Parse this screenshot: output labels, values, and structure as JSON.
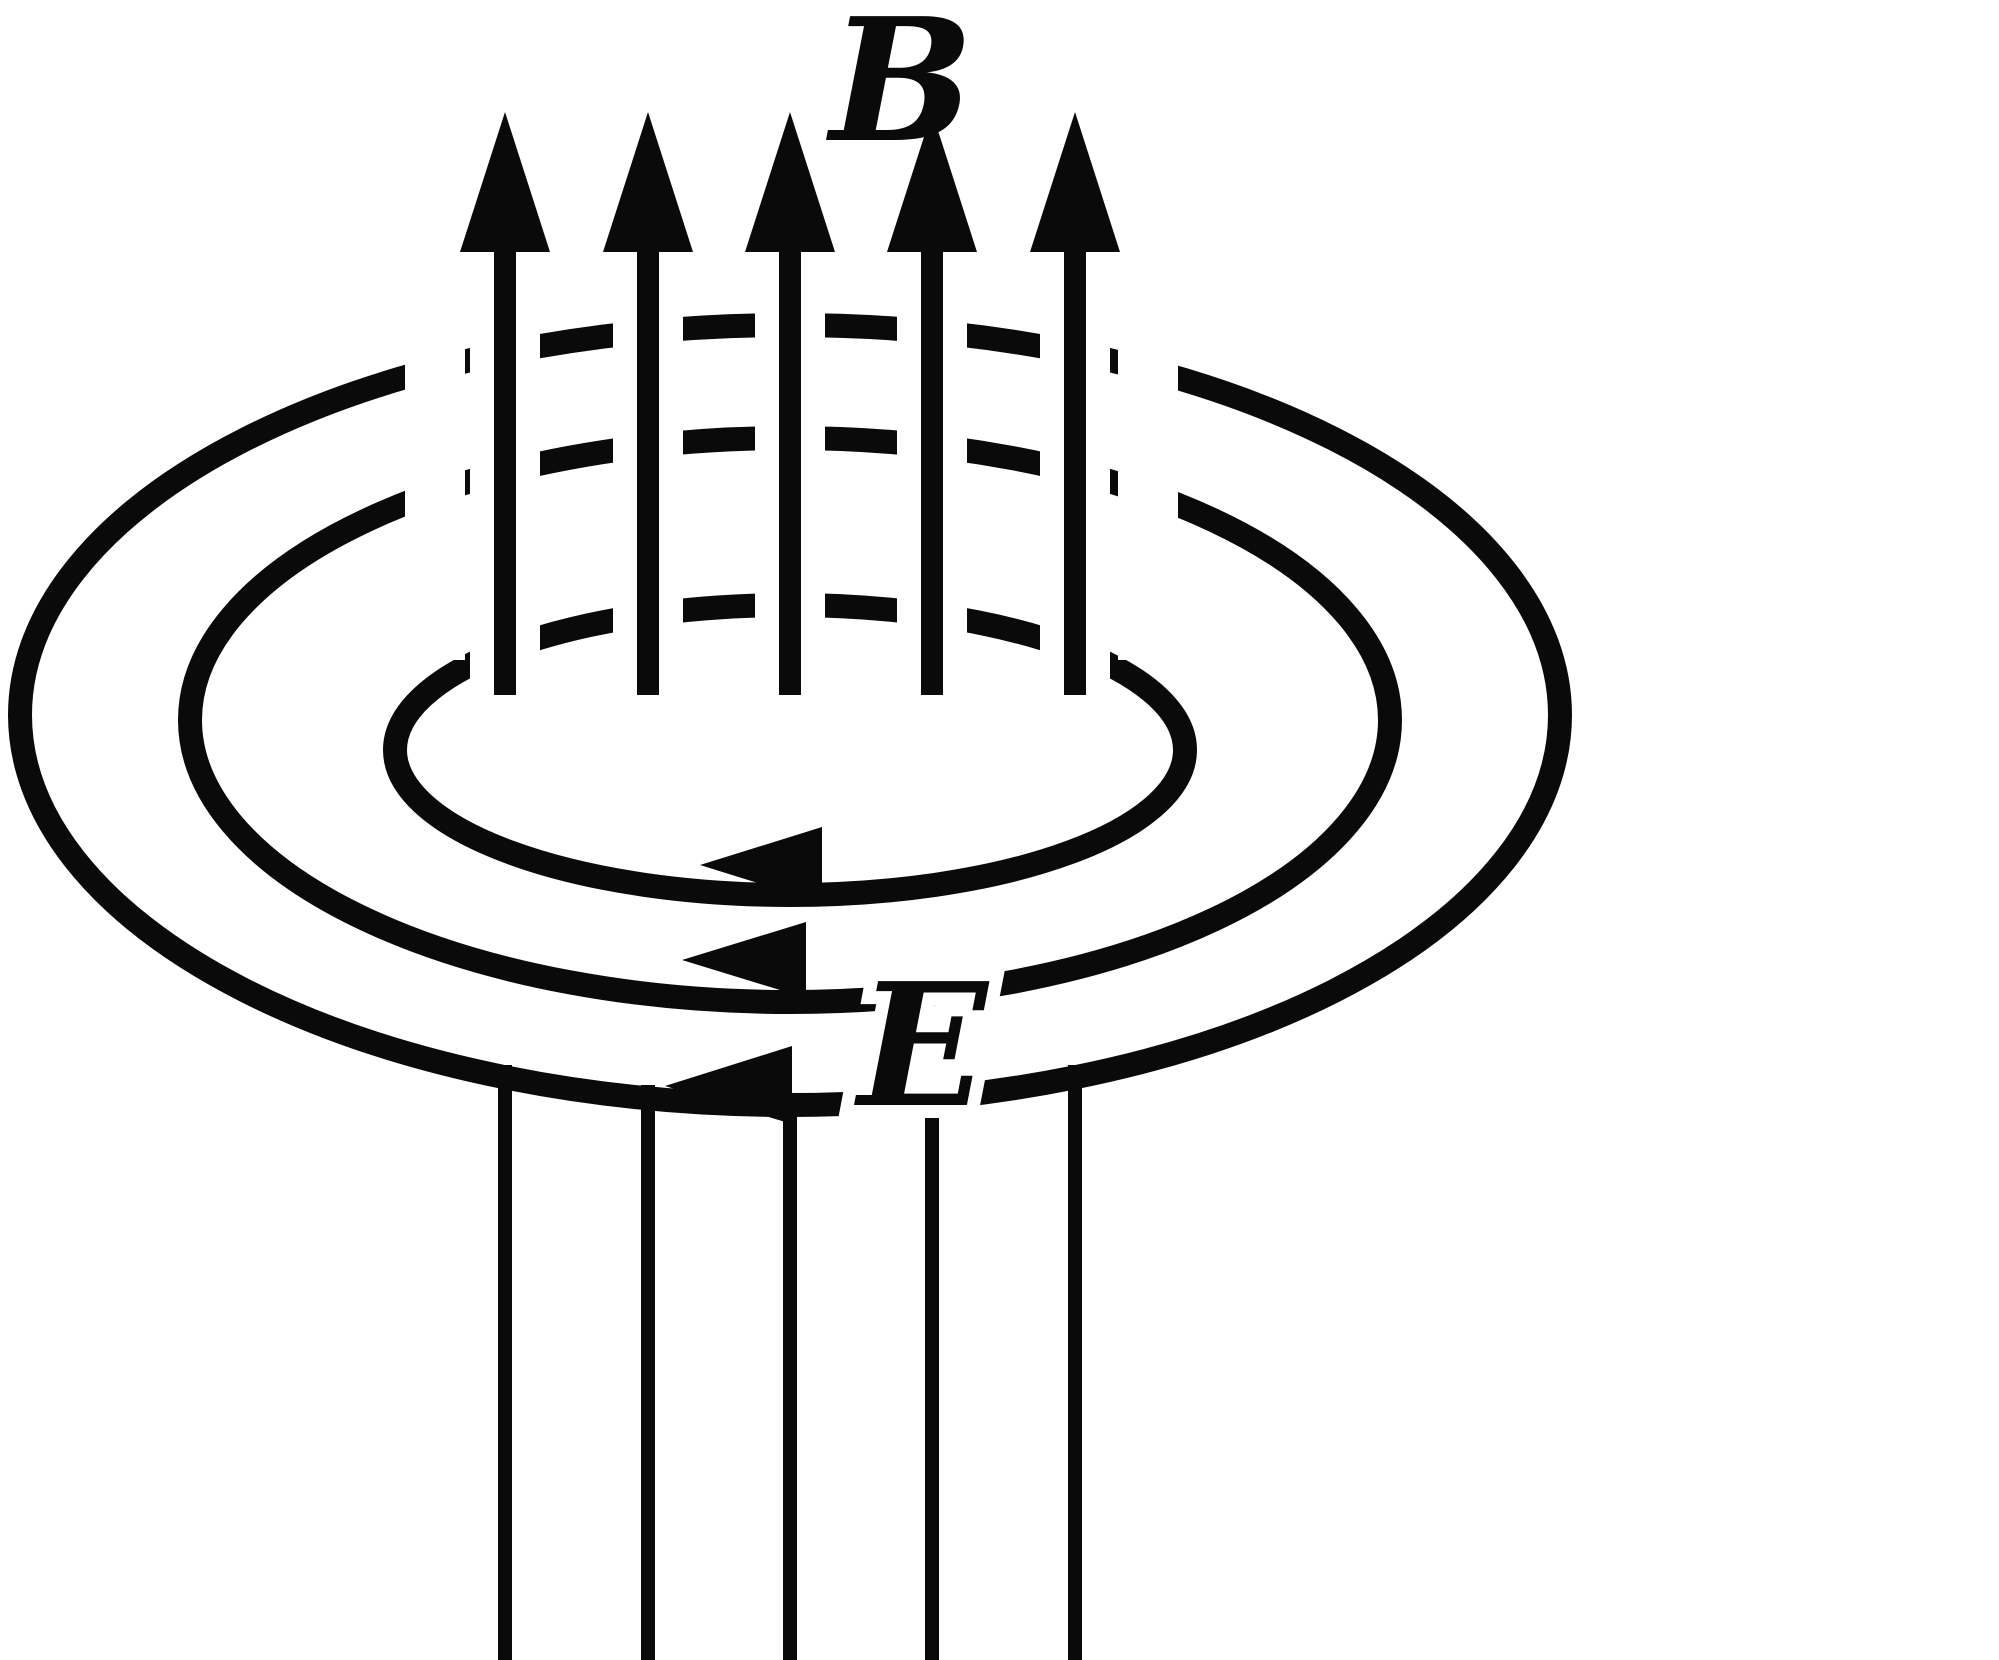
{
  "diagram": {
    "type": "physics-field-diagram",
    "description": "Induced electric field loops around a changing magnetic field",
    "b_field": {
      "label": "B",
      "direction": "up",
      "line_count": 5
    },
    "e_field": {
      "label": "E",
      "direction": "circulating-left-at-front",
      "loop_count": 3
    },
    "colors": {
      "ink": "#0a0a0a",
      "background": "#ffffff"
    }
  }
}
